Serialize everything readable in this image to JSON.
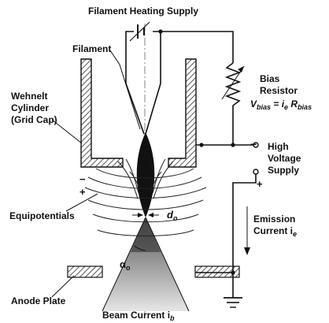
{
  "labels": {
    "filament_heating_supply": "Filament Heating Supply",
    "filament": "Filament",
    "wehnelt_line1": "Wehnelt",
    "wehnelt_line2": "Cylinder",
    "wehnelt_line3": "(Grid Cap)",
    "bias_line1": "Bias",
    "bias_line2": "Resistor",
    "bias_formula_v": "V",
    "bias_formula_vsub": "bias",
    "bias_formula_eq": " = i",
    "bias_formula_esub": "e",
    "bias_formula_r": " R",
    "bias_formula_rsub": "bias",
    "hv_line1": "High",
    "hv_line2": "Voltage",
    "hv_line3": "Supply",
    "minus_sign": "−",
    "plus_sign": "+",
    "equipotentials": "Equipotentials",
    "crossover": "d",
    "crossover_sub": "o",
    "emission_line1": "Emission",
    "emission_line2": "Current i",
    "emission_sub": "e",
    "anode_plate": "Anode Plate",
    "alpha": "α",
    "alpha_sub": "o",
    "beam_current": "Beam Current i",
    "beam_sub": "b"
  }
}
